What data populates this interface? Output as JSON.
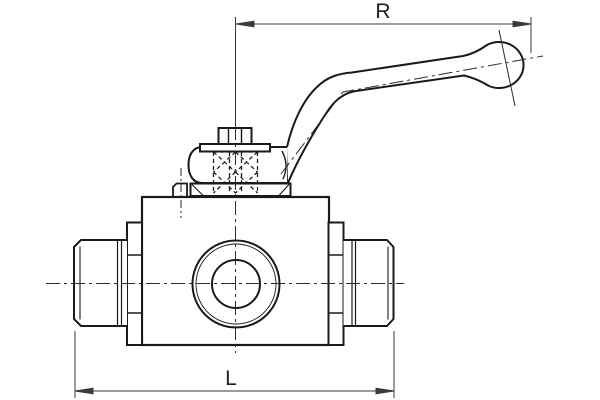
{
  "drawing": {
    "kind": "technical-drawing",
    "subject": "ball-valve-with-lever-handle-front-view",
    "dimensions": {
      "top_radius_label": "R",
      "bottom_length_label": "L"
    },
    "colors": {
      "outline": "#1a1a1a",
      "thin_line": "#2b2b2b",
      "dimension_line": "#3a3a3a",
      "background": "#ffffff"
    }
  }
}
